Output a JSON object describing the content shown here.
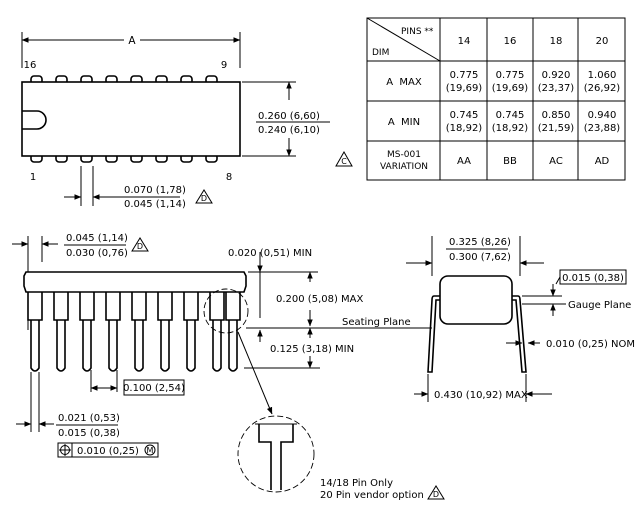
{
  "table": {
    "corner_top": "PINS **",
    "corner_bottom": "DIM",
    "pin_counts": [
      "14",
      "16",
      "18",
      "20"
    ],
    "rows": [
      {
        "label": "A  MAX",
        "values": [
          [
            "0.775",
            "(19,69)"
          ],
          [
            "0.775",
            "(19,69)"
          ],
          [
            "0.920",
            "(23,37)"
          ],
          [
            "1.060",
            "(26,92)"
          ]
        ]
      },
      {
        "label": "A  MIN",
        "values": [
          [
            "0.745",
            "(18,92)"
          ],
          [
            "0.745",
            "(18,92)"
          ],
          [
            "0.850",
            "(21,59)"
          ],
          [
            "0.940",
            "(23,88)"
          ]
        ]
      },
      {
        "label_line1": "MS-001",
        "label_line2": "VARIATION",
        "values": [
          [
            "AA"
          ],
          [
            "BB"
          ],
          [
            "AC"
          ],
          [
            "AD"
          ]
        ]
      }
    ],
    "note_symbol": "C"
  },
  "top_view": {
    "dim_a": "A",
    "pin_16": "16",
    "pin_9": "9",
    "pin_1": "1",
    "pin_8": "8",
    "width_max": "0.260 (6,60)",
    "width_min": "0.240 (6,10)",
    "lead_max": "0.070 (1,78)",
    "lead_min": "0.045 (1,14)",
    "note_symbol": "D"
  },
  "side_view": {
    "shoulder_max": "0.045 (1,14)",
    "shoulder_min": "0.030 (0,76)",
    "note_symbol": "D",
    "standoff": "0.020 (0,51) MIN",
    "height": "0.200 (5,08) MAX",
    "seating_plane": "Seating Plane",
    "lead_length": "0.125 (3,18) MIN",
    "pitch": "0.100 (2,54)",
    "lead_width_max": "0.021 (0,53)",
    "lead_width_min": "0.015 (0,38)",
    "tolerance": "0.010 (0,25)",
    "tolerance_modifier": "M"
  },
  "end_view": {
    "row_space_max": "0.325 (8,26)",
    "row_space_min": "0.300 (7,62)",
    "gauge_offset": "0.015 (0,38)",
    "gauge_plane": "Gauge Plane",
    "lead_thickness": "0.010 (0,25) NOM",
    "span_max": "0.430 (10,92) MAX"
  },
  "detail": {
    "note_line1": "14/18 Pin Only",
    "note_line2": "20 Pin vendor option",
    "note_symbol": "D"
  }
}
